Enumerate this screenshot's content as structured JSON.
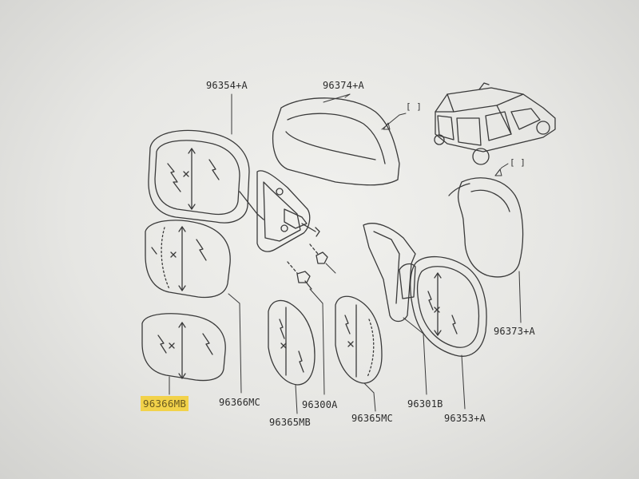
{
  "parts": {
    "p96354A": "96354+A",
    "p96374A": "96374+A",
    "p96373A": "96373+A",
    "p96366MC": "96366MC",
    "p96366MB": "96366MB",
    "p96365MB": "96365MB",
    "p96300A": "96300A",
    "p96365MC": "96365MC",
    "p96301B": "96301B",
    "p96353A": "96353+A"
  },
  "refs": {
    "ref_top": "[ ]",
    "ref_right": "[ ]"
  },
  "colors": {
    "line": "#3a3a3a",
    "highlight": "#f2d24a"
  }
}
